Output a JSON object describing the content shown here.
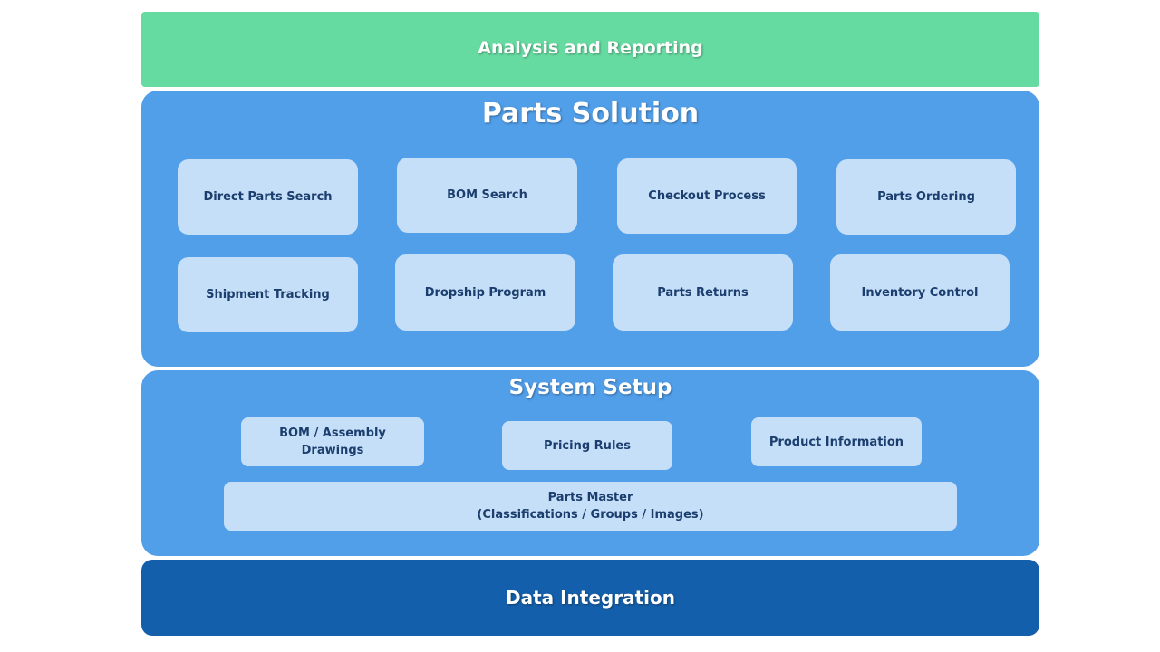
{
  "layers": {
    "analysis": {
      "title": "Analysis and Reporting"
    },
    "parts": {
      "title": "Parts Solution",
      "modules": [
        "Direct Parts Search",
        "BOM Search",
        "Checkout Process",
        "Parts Ordering",
        "Shipment Tracking",
        "Dropship Program",
        "Parts Returns",
        "Inventory Control"
      ]
    },
    "setup": {
      "title": "System Setup",
      "modules": [
        "BOM / Assembly\nDrawings",
        "Pricing Rules",
        "Product Information",
        "Parts Master\n(Classifications / Groups / Images)"
      ]
    },
    "data": {
      "title": "Data Integration"
    }
  },
  "colors": {
    "analysis_band": "#66dba1",
    "solution_band": "#519ee9",
    "module_box": "#c6dff8",
    "module_text": "#1b3e6e",
    "data_band": "#145fab"
  }
}
